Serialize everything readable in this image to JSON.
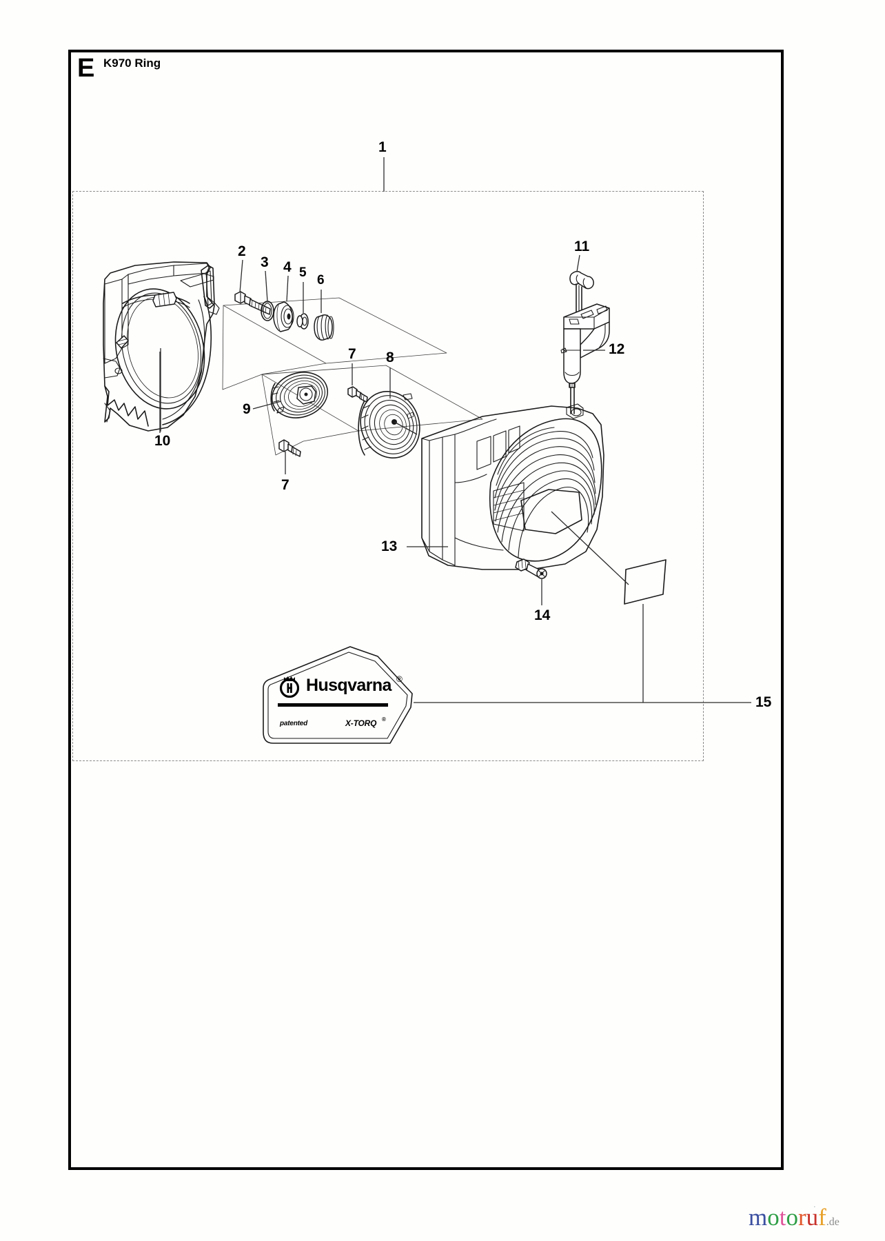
{
  "document": {
    "section_letter": "E",
    "section_title": "K970 Ring"
  },
  "diagram": {
    "type": "exploded-parts-diagram",
    "assembly_callout": "1",
    "callouts": [
      {
        "id": "1",
        "label": "1",
        "part": "starter-assembly-complete"
      },
      {
        "id": "2",
        "label": "2",
        "part": "screw"
      },
      {
        "id": "3",
        "label": "3",
        "part": "o-ring"
      },
      {
        "id": "4",
        "label": "4",
        "part": "pulley-hub"
      },
      {
        "id": "5",
        "label": "5",
        "part": "washer"
      },
      {
        "id": "6",
        "label": "6",
        "part": "spring-bushing"
      },
      {
        "id": "7",
        "label": "7",
        "part": "screw"
      },
      {
        "id": "8",
        "label": "8",
        "part": "rewind-spring"
      },
      {
        "id": "9",
        "label": "9",
        "part": "starter-pulley-with-rope"
      },
      {
        "id": "10",
        "label": "10",
        "part": "blade-guard-housing"
      },
      {
        "id": "11",
        "label": "11",
        "part": "starter-handle"
      },
      {
        "id": "12",
        "label": "12",
        "part": "starter-grip"
      },
      {
        "id": "13",
        "label": "13",
        "part": "starter-cover"
      },
      {
        "id": "14",
        "label": "14",
        "part": "screw"
      },
      {
        "id": "15",
        "label": "15",
        "part": "decal"
      }
    ]
  },
  "decal": {
    "brand": "Husqvarna",
    "registered_mark": "®",
    "patented_text": "patented",
    "xtorq_text": "X-TORQ",
    "xtorq_mark": "®"
  },
  "watermark": {
    "letters": [
      {
        "char": "m",
        "color": "#3b4fa0"
      },
      {
        "char": "o",
        "color": "#2f9e46"
      },
      {
        "char": "t",
        "color": "#e0559b"
      },
      {
        "char": "o",
        "color": "#2f9e46"
      },
      {
        "char": "r",
        "color": "#e2562a"
      },
      {
        "char": "u",
        "color": "#c8322c"
      },
      {
        "char": "f",
        "color": "#e8a12a"
      }
    ],
    "suffix": ".de"
  },
  "colors": {
    "line": "#1a1a1a",
    "leader": "#2b2b2b",
    "dashed_boundary": "#8a8a8a",
    "paper": "#fefffd"
  }
}
